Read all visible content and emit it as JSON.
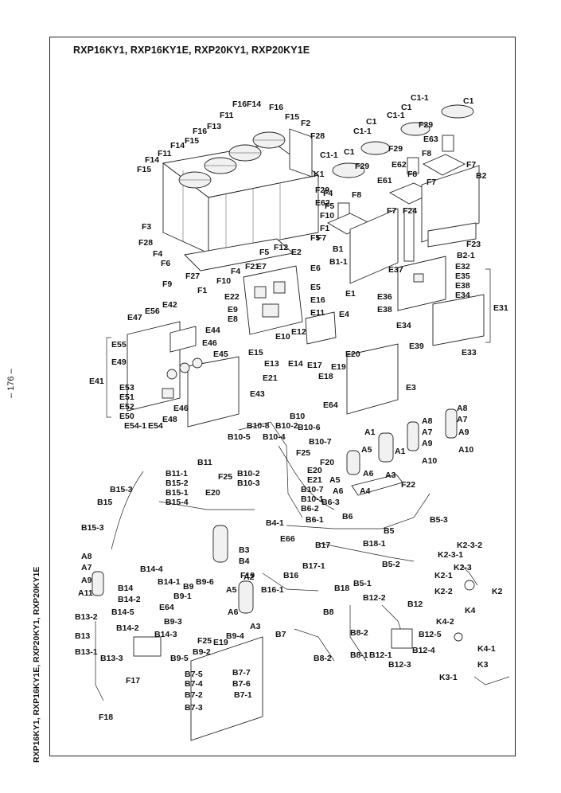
{
  "title": "RXP16KY1, RXP16KY1E, RXP20KY1, RXP20KY1E",
  "page_number": "– 176 –",
  "side_text": "RXP16KY1, RXP16KY1E, RXP20KY1, RXP20KY1E",
  "labels": {
    "F16a": "F16",
    "F14a": "F14",
    "F11a": "F11",
    "F13": "F13",
    "F16b": "F16",
    "F15a": "F15",
    "F14b": "F14",
    "F11b": "F11",
    "F14c": "F14",
    "F15b": "F15",
    "F16c": "F16",
    "F15c": "F15",
    "F2": "F2",
    "F28a": "F28",
    "K1": "K1",
    "F4a": "F4",
    "F5a": "F5",
    "F10a": "F10",
    "F1a": "F1",
    "F5b": "F5",
    "F3": "F3",
    "F28b": "F28",
    "F4b": "F4",
    "F6": "F6",
    "F12": "F12",
    "F5c": "F5",
    "F21": "F21",
    "F4c": "F4",
    "F10b": "F10",
    "F27": "F27",
    "F9": "F9",
    "F1b": "F1",
    "C1_1a": "C1-1",
    "C1a": "C1",
    "C1_1b": "C1-1",
    "C1b": "C1",
    "C1_1c": "C1-1",
    "C1c": "C1",
    "C1_1d": "C1-1",
    "C1d": "C1",
    "F29a": "F29",
    "E63": "E63",
    "F29b": "F29",
    "F8a": "F8",
    "F29c": "F29",
    "E62a": "E62",
    "F7a": "F7",
    "B2": "B2",
    "E61": "E61",
    "F8b": "F8",
    "F7b": "F7",
    "F29d": "F29",
    "E62b": "E62",
    "F8c": "F8",
    "F7c": "F7",
    "F24": "F24",
    "F7d": "F7",
    "B1": "B1",
    "B1_1": "B1-1",
    "F23": "F23",
    "B2_1": "B2-1",
    "E7": "E7",
    "E2": "E2",
    "E6": "E6",
    "E22": "E22",
    "E5": "E5",
    "E1": "E1",
    "E16": "E16",
    "E9": "E9",
    "E8": "E8",
    "E11": "E11",
    "E4": "E4",
    "E15": "E15",
    "E10": "E10",
    "E12": "E12",
    "E13": "E13",
    "E14": "E14",
    "E17": "E17",
    "E18": "E18",
    "E19": "E19",
    "E20a": "E20",
    "E21a": "E21",
    "E3": "E3",
    "E37": "E37",
    "E32": "E32",
    "E35": "E35",
    "E36": "E36",
    "E38a": "E38",
    "E38b": "E38",
    "E34a": "E34",
    "E34b": "E34",
    "E31": "E31",
    "E39": "E39",
    "E33": "E33",
    "E56": "E56",
    "E42": "E42",
    "E47": "E47",
    "E44": "E44",
    "E55": "E55",
    "E46a": "E46",
    "E45": "E45",
    "E49": "E49",
    "E41": "E41",
    "E53": "E53",
    "E51": "E51",
    "E52": "E52",
    "E50": "E50",
    "E54_1": "E54-1",
    "E54": "E54",
    "E48": "E48",
    "E46b": "E46",
    "E43": "E43",
    "E64a": "E64",
    "B10": "B10",
    "B10_8": "B10-8",
    "B10_2a": "B10-2",
    "B10_6": "B10-6",
    "B10_5": "B10-5",
    "B10_4": "B10-4",
    "B10_7a": "B10-7",
    "A1a": "A1",
    "A5a": "A5",
    "A1b": "A1",
    "A8a": "A8",
    "A8b": "A8",
    "A7a": "A7",
    "A7b": "A7",
    "A9a": "A9",
    "A9b": "A9",
    "A10a": "A10",
    "A10b": "A10",
    "F25a": "F25",
    "E20b": "E20",
    "E21b": "E21",
    "F20": "F20",
    "A6a": "A6",
    "A3a": "A3",
    "A5b": "A5",
    "A4": "A4",
    "A6b": "A6",
    "F22": "F22",
    "B10_2b": "B10-2",
    "B10_3": "B10-3",
    "B10_7b": "B10-7",
    "B10_1": "B10-1",
    "B6_2": "B6-2",
    "B6_3": "B6-3",
    "B6_1": "B6-1",
    "B6": "B6",
    "B11_1": "B11-1",
    "B11": "B11",
    "B15_2": "B15-2",
    "B15_3a": "B15-3",
    "B15_1": "B15-1",
    "B15_4": "B15-4",
    "B15": "B15",
    "F25b": "F25",
    "E20c": "E20",
    "B4_1": "B4-1",
    "E66": "E66",
    "B15_3b": "B15-3",
    "B5_3": "B5-3",
    "B5": "B5",
    "B3": "B3",
    "B4": "B4",
    "F19": "F19",
    "B17": "B17",
    "B18_1": "B18-1",
    "B17_1": "B17-1",
    "K2_3_2": "K2-3-2",
    "K2_3_1": "K2-3-1",
    "K2_1": "K2-1",
    "K2_3": "K2-3",
    "K2_2": "K2-2",
    "K2": "K2",
    "B5_1": "B5-1",
    "B5_2": "B5-2",
    "B16": "B16",
    "B18": "B18",
    "A8c": "A8",
    "A7c": "A7",
    "A9c": "A9",
    "A11": "A11",
    "B14_4": "B14-4",
    "B14_1": "B14-1",
    "B14": "B14",
    "B14_2a": "B14-2",
    "B14_5": "B14-5",
    "B14_2b": "B14-2",
    "B14_3": "B14-3",
    "B13_2": "B13-2",
    "B13": "B13",
    "B13_1": "B13-1",
    "B13_3": "B13-3",
    "F17": "F17",
    "F18": "F18",
    "B9_6": "B9-6",
    "B9": "B9",
    "B9_1": "B9-1",
    "A5c": "A5",
    "A2": "A2",
    "B16_1": "B16-1",
    "E64b": "E64",
    "B9_3": "B9-3",
    "A6c": "A6",
    "A3b": "A3",
    "B9_4": "B9-4",
    "F25c": "F25",
    "E19b": "E19",
    "B9_2": "B9-2",
    "B9_5": "B9-5",
    "B12_2": "B12-2",
    "B12": "B12",
    "B8": "B8",
    "B8_2a": "B8-2",
    "B8_2b": "B8-2",
    "B8_1": "B8-1",
    "B12_5": "B12-5",
    "B12_4": "B12-4",
    "B12_1": "B12-1",
    "B12_3": "B12-3",
    "K4": "K4",
    "K4_2": "K4-2",
    "K4_1": "K4-1",
    "K3": "K3",
    "K3_1": "K3-1",
    "B7": "B7",
    "B7_5": "B7-5",
    "B7_7": "B7-7",
    "B7_4": "B7-4",
    "B7_6": "B7-6",
    "B7_1": "B7-1",
    "B7_2": "B7-2",
    "B7_3": "B7-3"
  }
}
